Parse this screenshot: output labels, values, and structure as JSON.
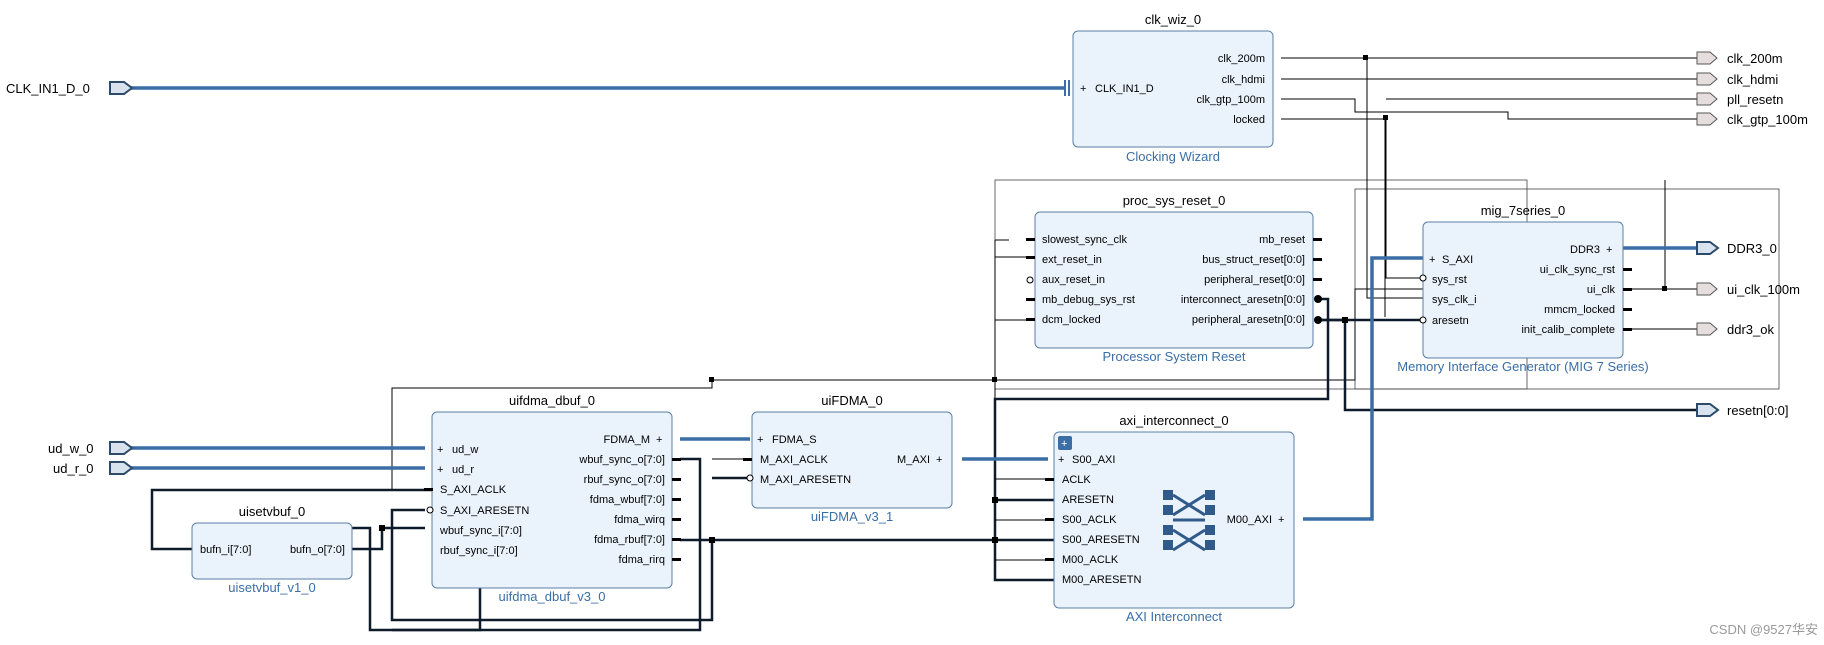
{
  "colors": {
    "block_fill": "#eaf2fb",
    "block_border": "#5b7fa6",
    "subtitle": "#3a6ea5",
    "bus": "#3a6ea5"
  },
  "external_ports": {
    "clk_in": "CLK_IN1_D_0",
    "ud_w": "ud_w_0",
    "ud_r": "ud_r_0",
    "clk_200m": "clk_200m",
    "clk_hdmi": "clk_hdmi",
    "pll_resetn": "pll_resetn",
    "clk_gtp_100m": "clk_gtp_100m",
    "ddr3": "DDR3_0",
    "ui_clk_100m": "ui_clk_100m",
    "ddr3_ok": "ddr3_ok",
    "resetn": "resetn[0:0]"
  },
  "blocks": {
    "clk_wiz": {
      "title": "clk_wiz_0",
      "subtitle": "Clocking Wizard",
      "in": [
        "CLK_IN1_D"
      ],
      "out": [
        "clk_200m",
        "clk_hdmi",
        "clk_gtp_100m",
        "locked"
      ]
    },
    "proc_sys_reset": {
      "title": "proc_sys_reset_0",
      "subtitle": "Processor System Reset",
      "in": [
        "slowest_sync_clk",
        "ext_reset_in",
        "aux_reset_in",
        "mb_debug_sys_rst",
        "dcm_locked"
      ],
      "out": [
        "mb_reset",
        "bus_struct_reset[0:0]",
        "peripheral_reset[0:0]",
        "interconnect_aresetn[0:0]",
        "peripheral_aresetn[0:0]"
      ]
    },
    "mig": {
      "title": "mig_7series_0",
      "subtitle": "Memory Interface Generator (MIG 7 Series)",
      "in": [
        "S_AXI",
        "sys_rst",
        "sys_clk_i",
        "aresetn"
      ],
      "out": [
        "DDR3",
        "ui_clk_sync_rst",
        "ui_clk",
        "mmcm_locked",
        "init_calib_complete"
      ]
    },
    "uifdma_dbuf": {
      "title": "uifdma_dbuf_0",
      "subtitle": "uifdma_dbuf_v3_0",
      "in": [
        "ud_w",
        "ud_r",
        "S_AXI_ACLK",
        "S_AXI_ARESETN",
        "wbuf_sync_i[7:0]",
        "rbuf_sync_i[7:0]"
      ],
      "out": [
        "FDMA_M",
        "wbuf_sync_o[7:0]",
        "rbuf_sync_o[7:0]",
        "fdma_wbuf[7:0]",
        "fdma_wirq",
        "fdma_rbuf[7:0]",
        "fdma_rirq"
      ]
    },
    "uifdma": {
      "title": "uiFDMA_0",
      "subtitle": "uiFDMA_v3_1",
      "in": [
        "FDMA_S",
        "M_AXI_ACLK",
        "M_AXI_ARESETN"
      ],
      "out": [
        "M_AXI"
      ]
    },
    "uisetvbuf": {
      "title": "uisetvbuf_0",
      "subtitle": "uisetvbuf_v1_0",
      "in": [
        "bufn_i[7:0]"
      ],
      "out": [
        "bufn_o[7:0]"
      ]
    },
    "axi_ic": {
      "title": "axi_interconnect_0",
      "subtitle": "AXI Interconnect",
      "in": [
        "S00_AXI",
        "ACLK",
        "ARESETN",
        "S00_ACLK",
        "S00_ARESETN",
        "M00_ACLK",
        "M00_ARESETN"
      ],
      "out": [
        "M00_AXI"
      ]
    }
  },
  "watermark": "CSDN @9527华安"
}
